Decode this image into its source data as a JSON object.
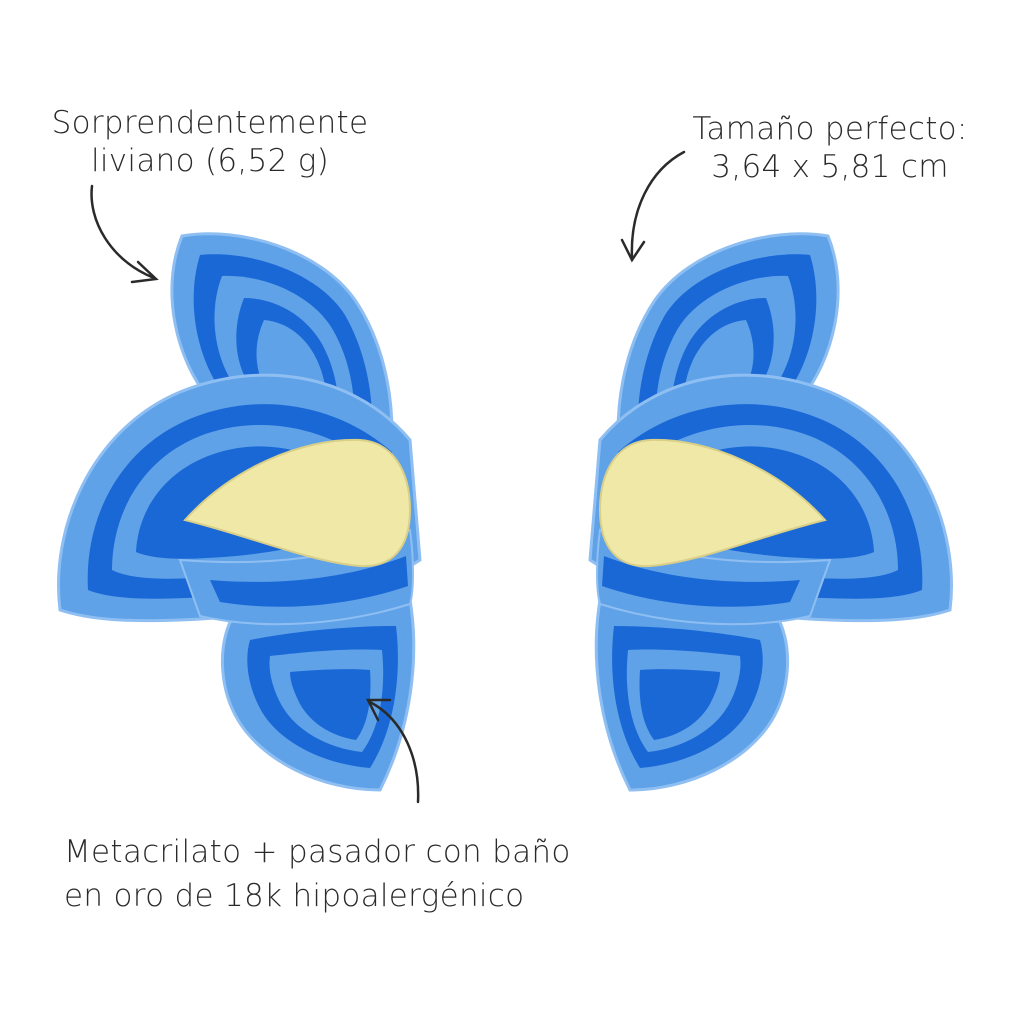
{
  "captions": {
    "weight": {
      "line1": "Sorprendentemente",
      "line2": "liviano (6,52 g)"
    },
    "size": {
      "line1": "Tamaño perfecto:",
      "line2": "3,64 x 5,81 cm"
    },
    "material": {
      "line1": "Metacrilato + pasador con baño",
      "line2": "en oro de 18k hipoalergénico"
    }
  },
  "colors": {
    "light_blue": "#5fa2e8",
    "deep_blue": "#1a68d6",
    "gold": "#f0e8a6",
    "arrow": "#2a2a2a"
  }
}
